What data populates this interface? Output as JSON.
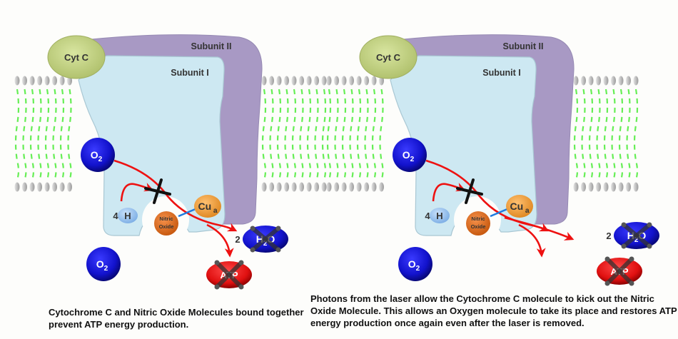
{
  "panels": [
    {
      "id": "blocked",
      "labels": {
        "cyt_c": "Cyt C",
        "subunit_2": "Subunit II",
        "subunit_1": "Subunit I",
        "o2_main": "O",
        "o2_main_sub": "2",
        "o2_free": "O",
        "o2_free_sub": "2",
        "h_coef": "4",
        "h": "H",
        "no_line1": "Nitric",
        "no_line2": "Oxide",
        "cua": "Cu",
        "cua_sub": "a",
        "h2o_coef": "2",
        "h2o_h": "H",
        "h2o_sub": "2",
        "h2o_o": "O",
        "atp": "ATP"
      },
      "caption": "Cytochrome C and Nitric Oxide Molecules bound together prevent ATP energy production."
    },
    {
      "id": "restored",
      "labels": {
        "cyt_c": "Cyt C",
        "subunit_2": "Subunit II",
        "subunit_1": "Subunit I",
        "o2_main": "O",
        "o2_main_sub": "2",
        "o2_free": "O",
        "o2_free_sub": "2",
        "h_coef": "4",
        "h": "H",
        "no_line1": "Nitric",
        "no_line2": "Oxide",
        "cua": "Cu",
        "cua_sub": "a",
        "h2o_coef": "2",
        "h2o_h": "H",
        "h2o_sub": "2",
        "h2o_o": "O",
        "atp": "ATP"
      },
      "caption": "Photons from the laser allow the Cytochrome C molecule to kick out the Nitric Oxide Molecule. This allows an Oxygen molecule to take its place and restores ATP energy production once again even after the laser is removed."
    }
  ],
  "colors": {
    "subunit_2": "#a899c4",
    "subunit_1": "#cde8f2",
    "cyt_c": "#c9d98a",
    "oxygen": "#1515d6",
    "hydrogen": "#9ec6ee",
    "nitric_oxide": "#e8731f",
    "copper": "#f0a040",
    "atp": "#e51616",
    "arrow": "#ee1111",
    "lipid_tail": "#66ee55",
    "lipid_head": "#bdbdbd",
    "bond": "#1e7be0"
  }
}
